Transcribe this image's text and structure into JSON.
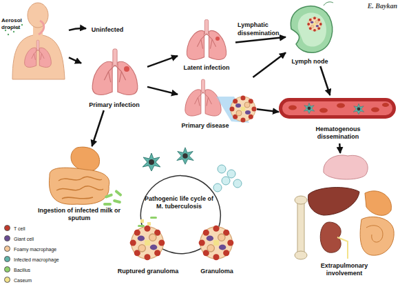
{
  "diagram": {
    "nodes": [
      {
        "text": [
          "Aerosol droplet"
        ]
      },
      {
        "text": [
          "Uninfected"
        ]
      },
      {
        "text": [
          "Primary infection"
        ]
      },
      {
        "text": [
          "Latent infection"
        ]
      },
      {
        "text": [
          "Lymph node"
        ]
      },
      {
        "text": [
          "Primary disease"
        ]
      },
      {
        "text": [
          "Hematogenous dissemination"
        ]
      },
      {
        "text": [
          "Ingestion of infected milk or sputum"
        ]
      },
      {
        "text": [
          "Pathogenic life cycle of M. tuberculosis"
        ]
      },
      {
        "text": [
          "Ruptured granuloma"
        ]
      },
      {
        "text": [
          "Granuloma"
        ]
      },
      {
        "text": [
          "Extrapulmonary involvement"
        ]
      }
    ],
    "edges": [
      {
        "from": 0,
        "to": 1,
        "arrow": "to"
      },
      {
        "from": 0,
        "to": 2,
        "arrow": "to"
      },
      {
        "from": 2,
        "to": 3,
        "arrow": "to"
      },
      {
        "from": 2,
        "to": 5,
        "arrow": "to"
      },
      {
        "from": 2,
        "to": 7,
        "arrow": "to"
      },
      {
        "from": 3,
        "to": 4,
        "arrow": "to"
      },
      {
        "from": 5,
        "to": 4,
        "arrow": "to"
      },
      {
        "from": 5,
        "to": 6,
        "arrow": "to"
      },
      {
        "from": 4,
        "to": 6,
        "arrow": "to"
      },
      {
        "from": 6,
        "to": 11,
        "arrow": "to"
      }
    ],
    "labels": [
      "Lymphatic dissemination",
      "E. Baykan"
    ],
    "legend": [
      {
        "text": "T cell",
        "color": "#c0392b"
      },
      {
        "text": "Giant cell",
        "color": "#6a4c93"
      },
      {
        "text": "Foamy macrophage",
        "color": "#f5c89a"
      },
      {
        "text": "Infected macrophage",
        "color": "#5fb3a8"
      },
      {
        "text": "Bacillus",
        "color": "#8fd16a"
      },
      {
        "text": "Caseum",
        "color": "#f3e28a"
      }
    ]
  }
}
